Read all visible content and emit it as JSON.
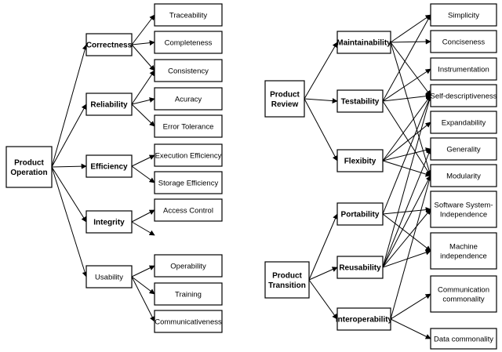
{
  "nodes": {
    "op": "Product Operation",
    "correctness": "Correctness",
    "reliability": "Reliability",
    "efficiency": "Efficiency",
    "integrity": "Integrity",
    "usability": "Usability",
    "traceability": "Traceability",
    "completeness": "Completeness",
    "consistency": "Consistency",
    "acuracy": "Acuracy",
    "errtol": "Error Tolerance",
    "exeff": "Execution Efficiency",
    "steff": "Storage Efficiency",
    "access": "Access Control",
    "operability": "Operability",
    "training": "Training",
    "communicativeness": "Communicativeness",
    "review": "Product Review",
    "transition": "Product Transition",
    "maintainability": "Maintainability",
    "testability": "Testability",
    "flexibity": "Flexibity",
    "portability": "Portability",
    "reusability": "Reusability",
    "interoperability": "Interoperability",
    "simplicity": "Simplicity",
    "conciseness": "Conciseness",
    "instrumentation": "Instrumentation",
    "selfdesc": "Self-descriptiveness",
    "expandability": "Expandability",
    "generality": "Generality",
    "modularity": "Modularity",
    "swindep": "Software System-Independence",
    "machindep": "Machine independence",
    "commcomm": "Communication commonality",
    "datacomm": "Data commonality"
  }
}
